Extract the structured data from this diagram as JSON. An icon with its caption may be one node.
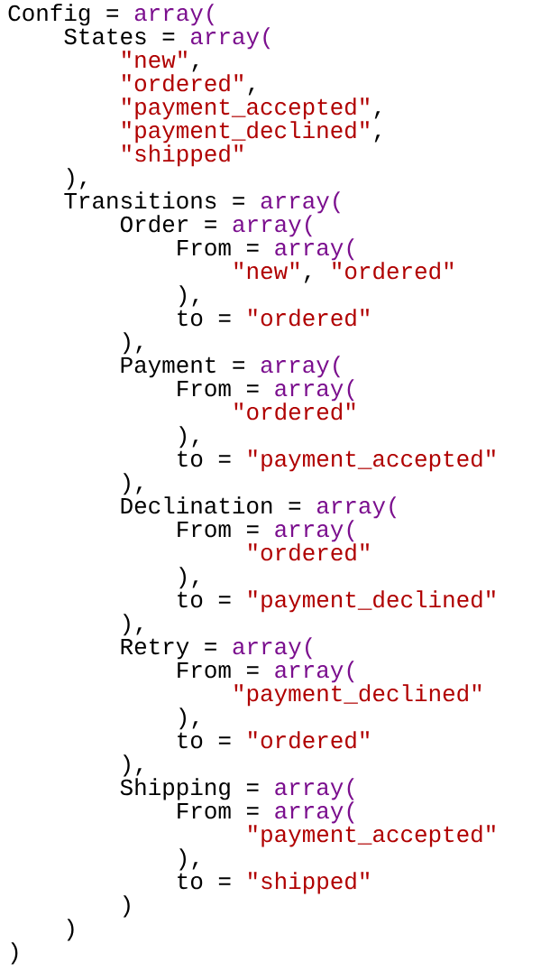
{
  "diagram": {
    "labels": [
      "Config =",
      "array(",
      "States =",
      "array(",
      "\"new\"",
      ",",
      "\"ordered\"",
      ",",
      "\"payment_accepted\"",
      ",",
      "\"payment_declined\"",
      ",",
      "\"shipped\"",
      "),",
      "Transitions =",
      "array(",
      "Order =",
      "array(",
      "From =",
      "array(",
      "\"new\"",
      ",",
      "\"ordered\"",
      "),",
      "to =",
      "\"ordered\"",
      "),",
      "Payment =",
      "array(",
      "From =",
      "array(",
      "\"ordered\"",
      "),",
      "to =",
      "\"payment_accepted\"",
      "),",
      "Declination =",
      "array(",
      "From =",
      "array(",
      "\"ordered\"",
      "),",
      "to =",
      "\"payment_declined\"",
      "),",
      "Retry =",
      "array(",
      "From =",
      "array(",
      "\"payment_declined\"",
      "),",
      "to =",
      "\"ordered\"",
      "),",
      "Shipping =",
      "array(",
      "From =",
      "array(",
      "\"payment_accepted\"",
      "),",
      "to =",
      "\"shipped\"",
      ")",
      ")",
      ")"
    ]
  }
}
